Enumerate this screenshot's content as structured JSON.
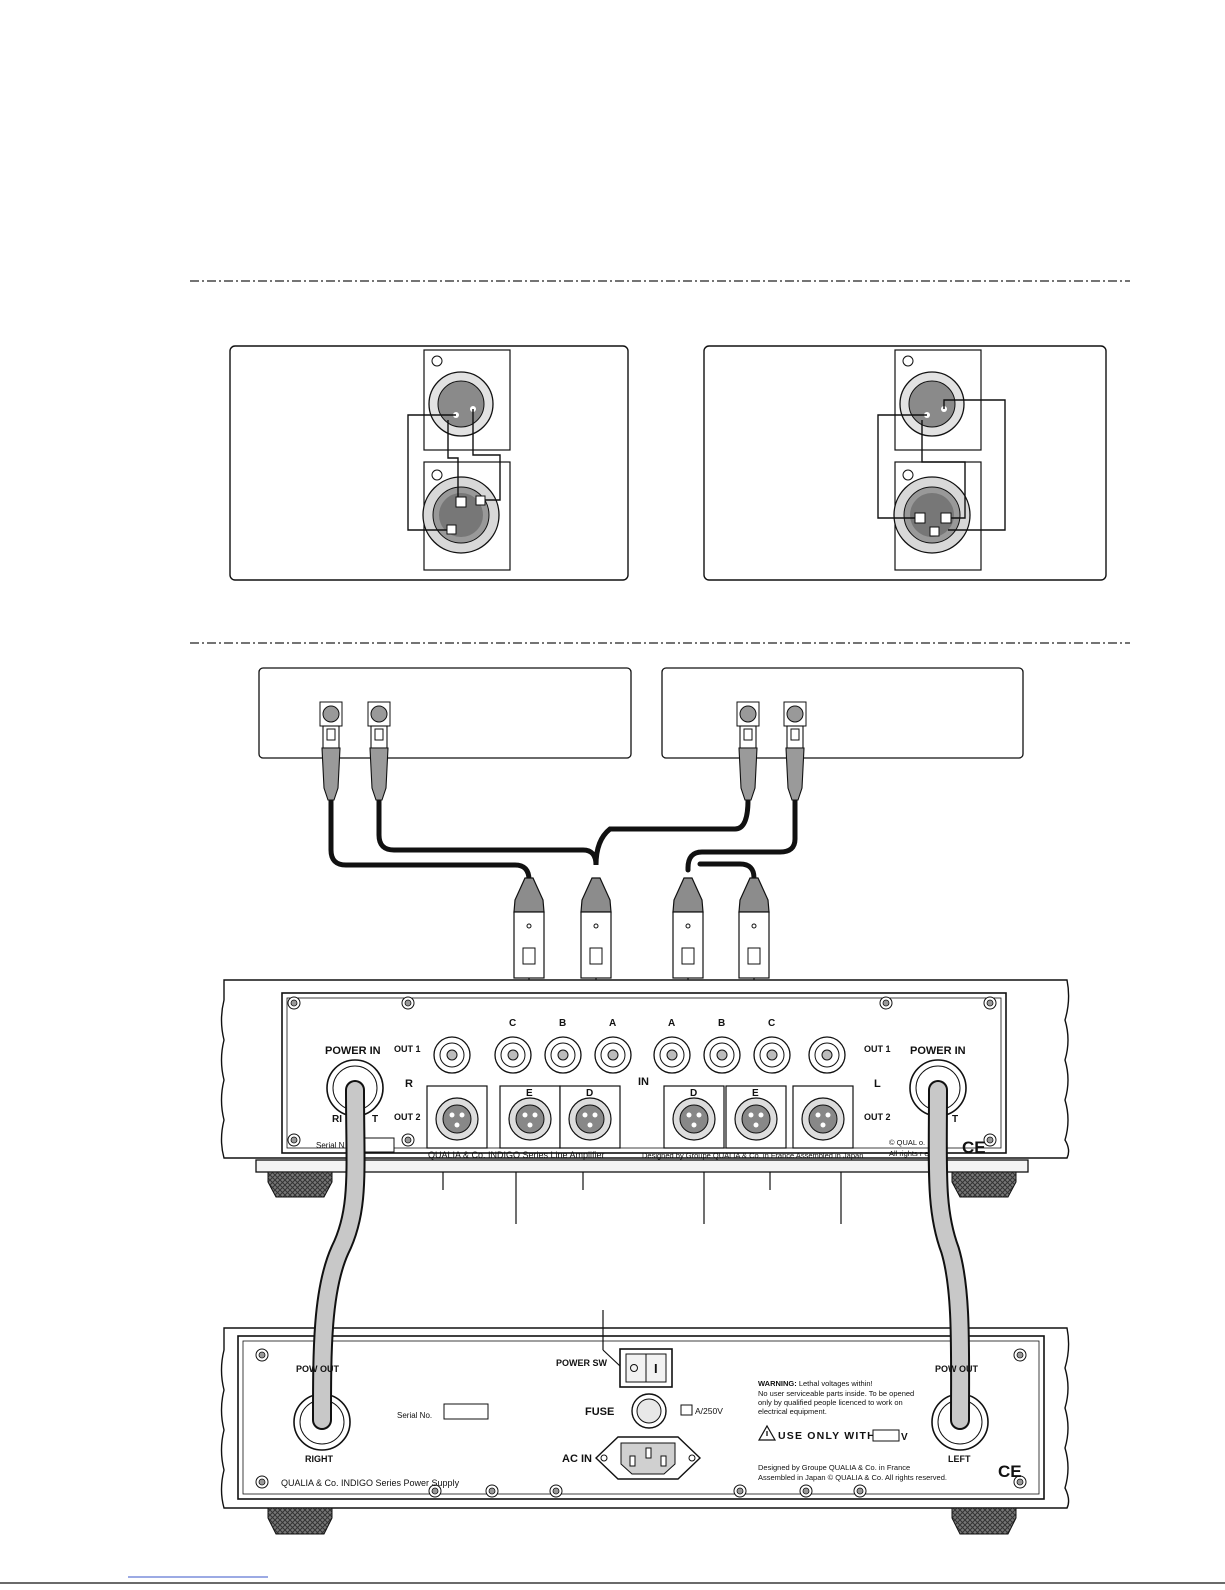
{
  "preamp": {
    "labels": {
      "power_in": "POWER IN",
      "out1": "OUT 1",
      "out2": "OUT 2",
      "r": "R",
      "l": "L",
      "in": "IN",
      "right_partial": "RI",
      "right_partial2": "T",
      "left_partial": "T",
      "serial": "Serial N",
      "model": "QUALIA & Co. INDIGO Series Line Amplifier",
      "designed": "Designed by Groupe QUALIA & Co. in France Assembled in Japan",
      "copyright1": "© QUAL    o.",
      "copyright2": "All rights r    ed.",
      "ce": "CE"
    },
    "rca_letters_right": [
      "C",
      "B",
      "A"
    ],
    "rca_letters_left": [
      "A",
      "B",
      "C"
    ],
    "xlr_letters": [
      "E",
      "D",
      "D",
      "E"
    ]
  },
  "psu": {
    "labels": {
      "power_out_right": "POW    OUT",
      "power_out_left": "POW    OUT",
      "right": "RIGHT",
      "left": "LEFT",
      "serial": "Serial No.",
      "power_sw": "POWER SW",
      "switch_on": "I",
      "fuse": "FUSE",
      "fuse_rating": "A/250V",
      "ac_in": "AC IN",
      "model": "QUALIA & Co. INDIGO Series Power Supply",
      "warning_title": "WARNING:",
      "warning_1": " Lethal voltages within!",
      "warning_2": "No user serviceable parts inside. To be opened",
      "warning_3": "only by qualified people licenced to work on",
      "warning_4": "electrical equipment.",
      "use_only": "USE ONLY WITH",
      "volt": "V",
      "designed_1": "Designed by Groupe QUALIA & Co. in France",
      "designed_2": "Assembled in Japan © QUALIA & Co. All rights reserved.",
      "ce": "CE"
    }
  },
  "colors": {
    "line": "#111111",
    "panel_fill": "#ffffff",
    "cable_gray": "#c8c8c8",
    "foot_dark": "#555555"
  }
}
